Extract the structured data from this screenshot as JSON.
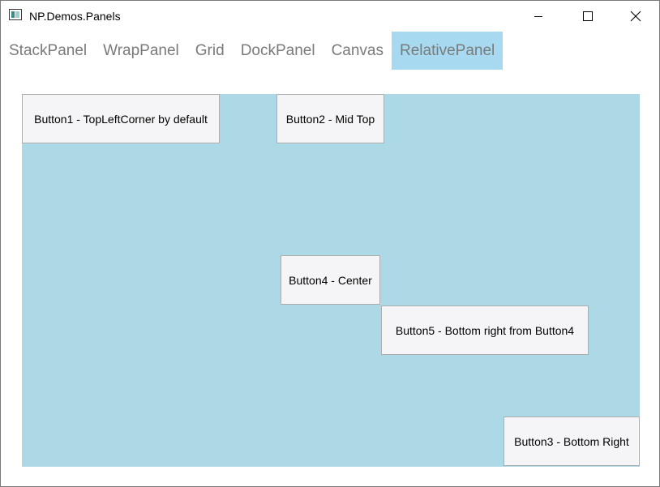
{
  "window": {
    "title": "NP.Demos.Panels",
    "icon": "app-window-icon"
  },
  "caption_buttons": {
    "minimize_icon": "minimize-icon",
    "maximize_icon": "maximize-icon",
    "close_icon": "close-icon"
  },
  "tabs": [
    {
      "label": "StackPanel",
      "selected": false
    },
    {
      "label": "WrapPanel",
      "selected": false
    },
    {
      "label": "Grid",
      "selected": false
    },
    {
      "label": "DockPanel",
      "selected": false
    },
    {
      "label": "Canvas",
      "selected": false
    },
    {
      "label": "RelativePanel",
      "selected": true
    }
  ],
  "panel": {
    "background": "#add8e6",
    "buttons": {
      "button1": "Button1 - TopLeftCorner by default",
      "button2": "Button2 - Mid Top",
      "button3": "Button3 - Bottom Right",
      "button4": "Button4 - Center",
      "button5": "Button5 - Bottom right from Button4"
    }
  },
  "colors": {
    "tab_selected": "#a7daf0",
    "tab_text": "#7a7a7a",
    "button_bg": "#f5f5f7",
    "button_border": "#adadad"
  }
}
